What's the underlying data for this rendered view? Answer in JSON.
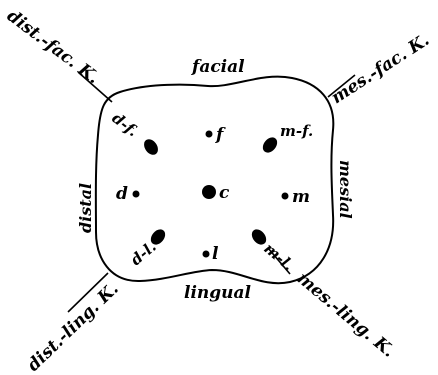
{
  "corners": {
    "dist_fac": "dist.-fac. K.",
    "mes_fac": "mes.-fac. K.",
    "dist_ling": "dist.-ling. K.",
    "mes_ling": "mes.-ling. K."
  },
  "sides": {
    "facial": "facial",
    "lingual": "lingual",
    "distal": "distal",
    "mesial": "mesial"
  },
  "points": {
    "d_f": "d-f.",
    "f": "f",
    "m_f": "m-f.",
    "d": "d",
    "c": "c",
    "m": "m",
    "d_l": "d-l.",
    "l": "l",
    "m_l": "m-l."
  }
}
